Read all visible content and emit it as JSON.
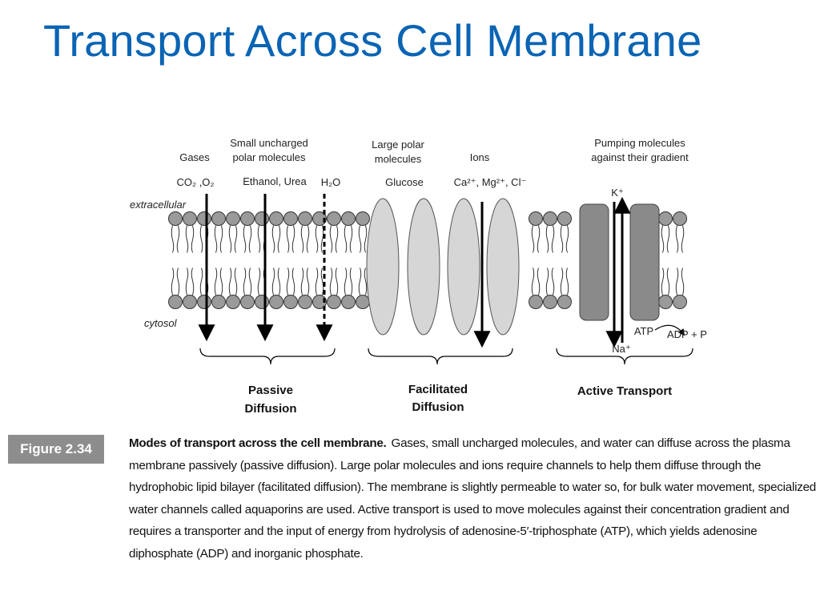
{
  "title": "Transport Across Cell Membrane",
  "figure": {
    "labels": {
      "gases": "Gases",
      "small_uncharged_line1": "Small uncharged",
      "small_uncharged_line2": "polar molecules",
      "large_polar_line1": "Large polar",
      "large_polar_line2": "molecules",
      "ions": "Ions",
      "pumping_line1": "Pumping molecules",
      "pumping_line2": "against their gradient",
      "co2_o2": "CO₂ ,O₂",
      "ethanol_urea": "Ethanol, Urea",
      "h2o": "H₂O",
      "glucose": "Glucose",
      "ions_list": "Ca²⁺, Mg²⁺, Cl⁻",
      "k_plus": "K⁺",
      "na_plus": "Na⁺",
      "atp": "ATP",
      "adp_p": "ADP + P",
      "extracellular": "extracellular",
      "cytosol": "cytosol",
      "passive_line1": "Passive",
      "passive_line2": "Diffusion",
      "facilitated_line1": "Facilitated",
      "facilitated_line2": "Diffusion",
      "active": "Active Transport"
    },
    "colors": {
      "lipid_head": "#9a9a9a",
      "channel_protein": "#d6d6d6",
      "pump_protein": "#8a8a8a"
    }
  },
  "badge": "Figure 2.34",
  "caption": {
    "lead": "Modes of transport across the cell membrane.",
    "body": "Gases, small uncharged molecules, and water can diffuse across the plasma membrane passively (passive diffusion). Large polar molecules and ions require channels to help them diffuse through the hydrophobic lipid bilayer (facilitated diffusion). The membrane is slightly permeable to water so, for bulk water movement, specialized water channels called aquaporins are used. Active transport is used to move molecules against their concentration gradient and requires a transporter and the input of energy from hydrolysis of adenosine-5′-triphosphate (ATP), which yields adenosine diphosphate (ADP) and inorganic phosphate."
  }
}
